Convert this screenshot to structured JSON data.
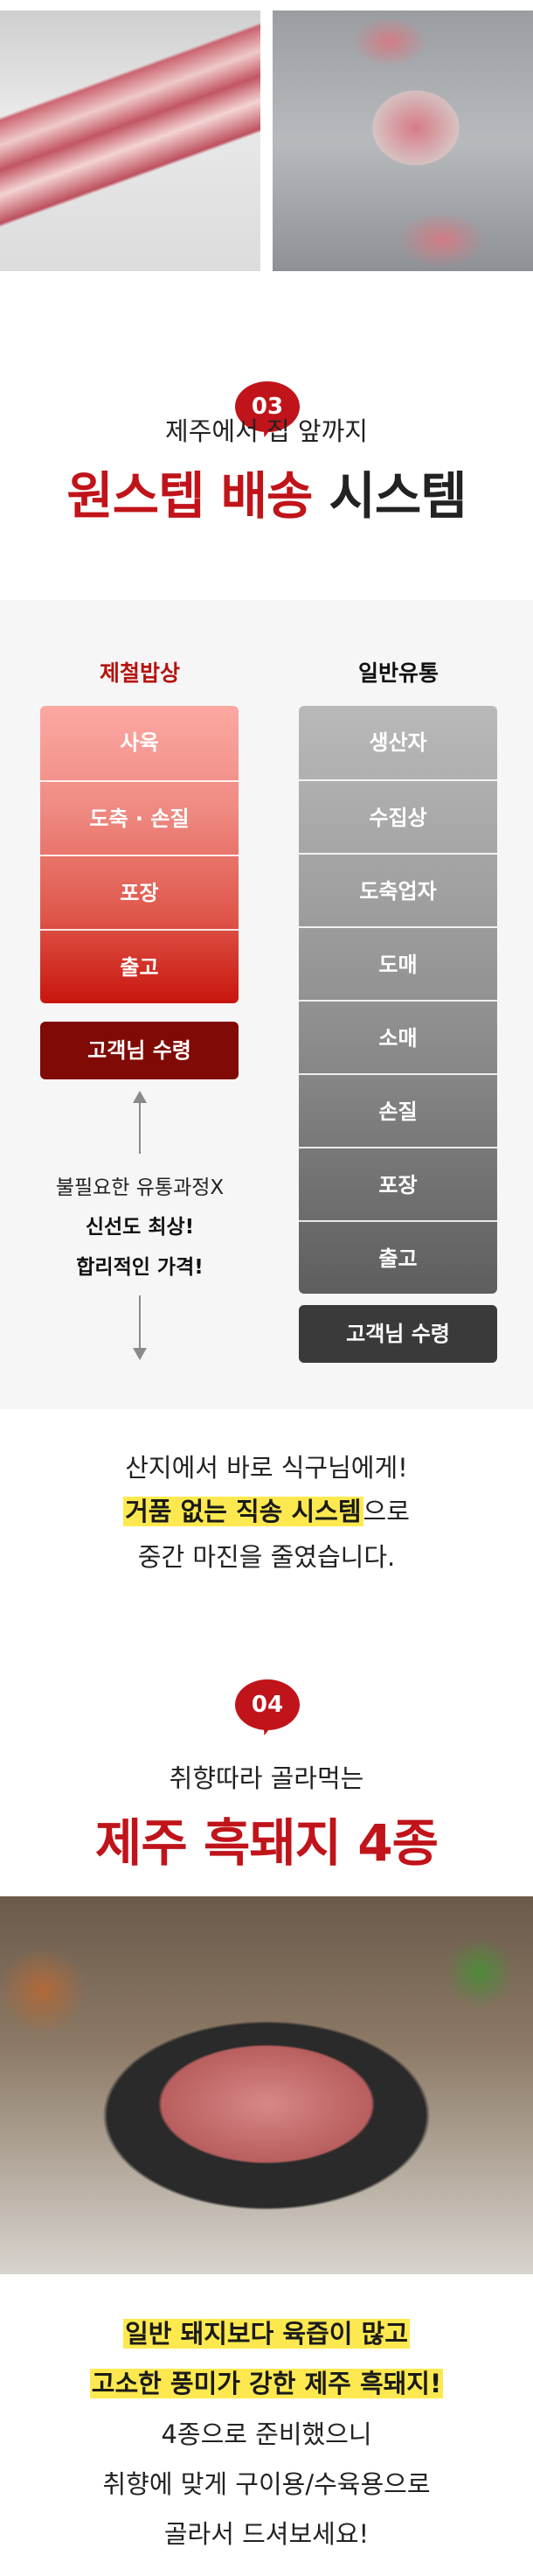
{
  "section3": {
    "badge": "03",
    "subtitle": "제주에서 집 앞까지",
    "title_red": "원스텝 배송",
    "title_dark": "시스템",
    "our_column": {
      "header": "제철밥상",
      "steps": [
        "사육",
        "도축 · 손질",
        "포장",
        "출고"
      ],
      "final": "고객님 수령"
    },
    "general_column": {
      "header": "일반유통",
      "steps": [
        "생산자",
        "수집상",
        "도축업자",
        "도매",
        "소매",
        "손질",
        "포장",
        "출고"
      ],
      "final": "고객님 수령"
    },
    "middle_text": [
      "불필요한 유통과정X",
      "신선도 최상!",
      "합리적인 가격!"
    ],
    "summary": {
      "line1": "산지에서 바로 식구님에게!",
      "line2_highlight": "거품 없는 직송 시스템",
      "line2_rest": "으로",
      "line3": "중간 마진을 줄였습니다."
    }
  },
  "section4": {
    "badge": "04",
    "subtitle": "취향따라 골라먹는",
    "title": "제주 흑돼지 4종",
    "lines_highlight": [
      "일반 돼지보다 육즙이 많고",
      "고소한 풍미가 강한 제주 흑돼지!"
    ],
    "lines": [
      "4종으로 준비했으니",
      "취향에 맞게 구이용/수육용으로",
      "골라서 드셔보세요!"
    ]
  },
  "colors": {
    "brand_red": "#c0141a",
    "dark_red": "#800a05",
    "dark_gray": "#3a3a3a",
    "highlight": "#fde94f"
  }
}
